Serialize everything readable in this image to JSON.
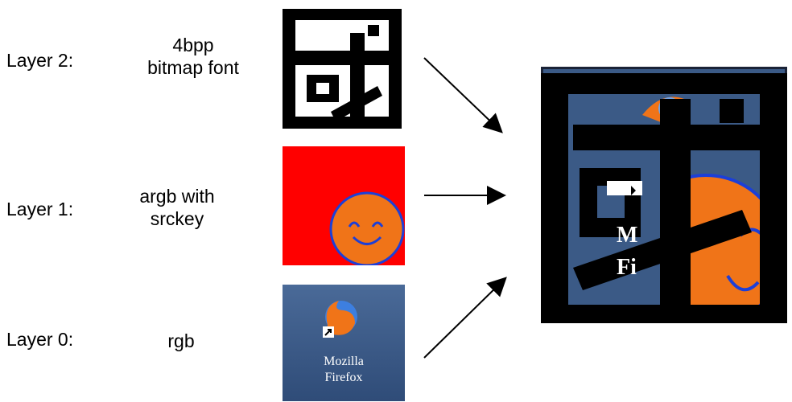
{
  "layers": [
    {
      "label": "Layer 2:",
      "desc_lines": [
        "4bpp",
        "bitmap font"
      ],
      "glyph": "或",
      "role": "font-glyph-tile"
    },
    {
      "label": "Layer 1:",
      "desc_lines": [
        "argb with",
        "srckey"
      ],
      "role": "smiley-tile"
    },
    {
      "label": "Layer 0:",
      "desc_lines": [
        "rgb"
      ],
      "role": "desktop-icon-tile"
    }
  ],
  "icon_caption": [
    "Mozilla",
    "Firefox"
  ],
  "composite": {
    "glyph": "或",
    "fragment_text": [
      "M",
      "Fi"
    ]
  },
  "colors": {
    "red": "#ff0000",
    "orange": "#f07418",
    "blue_stroke": "#1c3fd8",
    "desktop": "#3b5a86",
    "frame": "#000000"
  }
}
